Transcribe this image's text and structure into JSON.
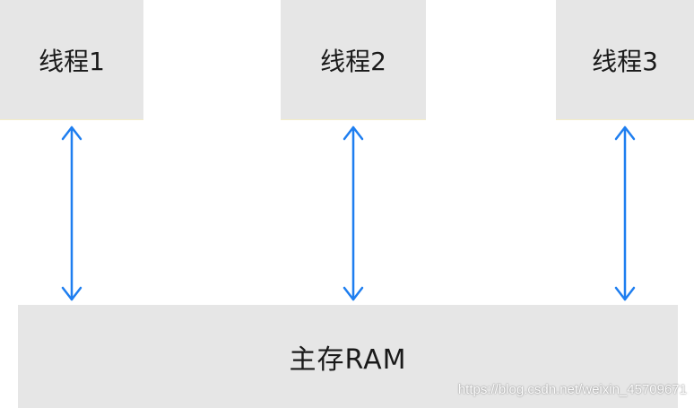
{
  "threads": [
    {
      "label": "线程1"
    },
    {
      "label": "线程2"
    },
    {
      "label": "线程3"
    }
  ],
  "memory": {
    "label": "主存RAM"
  },
  "watermark": "https://blog.csdn.net/weixin_45709671",
  "colors": {
    "box_fill": "#e6e6e6",
    "arrow": "#1e7ef0",
    "text": "#1a1a1a"
  }
}
